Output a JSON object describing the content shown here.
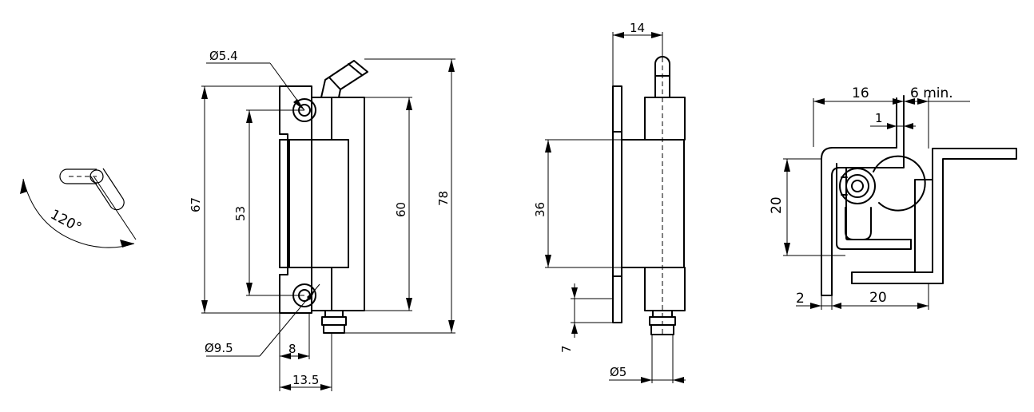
{
  "drawing": {
    "angle_label": "120°",
    "front_view": {
      "hole_small_dia": "Ø5.4",
      "hole_large_dia": "Ø9.5",
      "height_67": "67",
      "height_53": "53",
      "height_60": "60",
      "height_78": "78",
      "width_8": "8",
      "width_13_5": "13.5"
    },
    "side_view": {
      "width_14": "14",
      "height_36": "36",
      "dim_7": "7",
      "pin_dia": "Ø5"
    },
    "top_view": {
      "dim_16": "16",
      "dim_6_min": "6 min.",
      "dim_1": "1",
      "dim_20_vertical": "20",
      "dim_2": "2",
      "dim_20_horizontal": "20"
    }
  }
}
